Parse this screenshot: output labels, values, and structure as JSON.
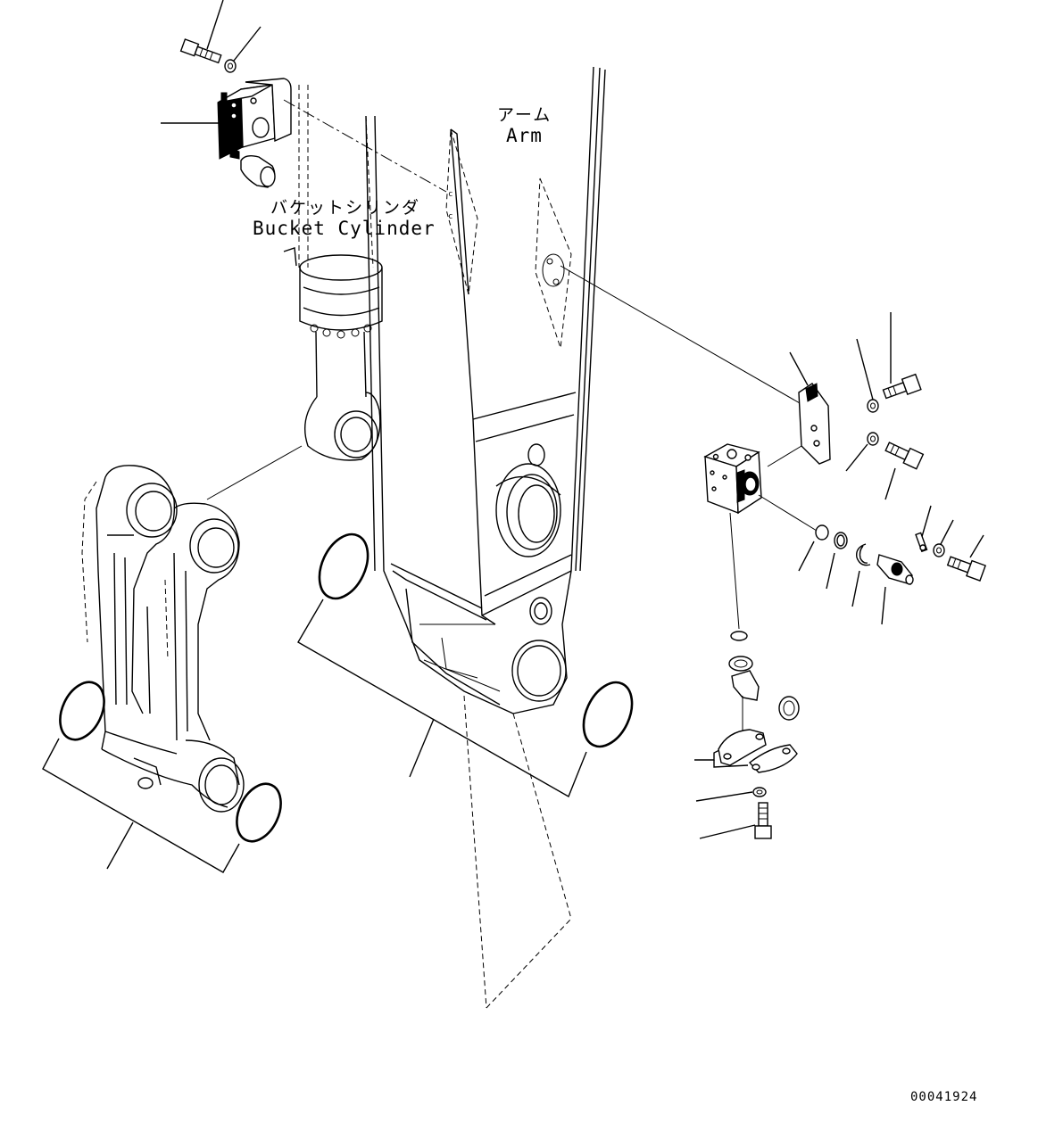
{
  "labels": {
    "arm_jp": "アーム",
    "arm_en": "Arm",
    "bucket_cylinder_jp": "バケットシリンダ",
    "bucket_cylinder_en": "Bucket Cylinder",
    "drawing_number": "00041924"
  },
  "colors": {
    "line": "#000000",
    "background": "#ffffff"
  }
}
